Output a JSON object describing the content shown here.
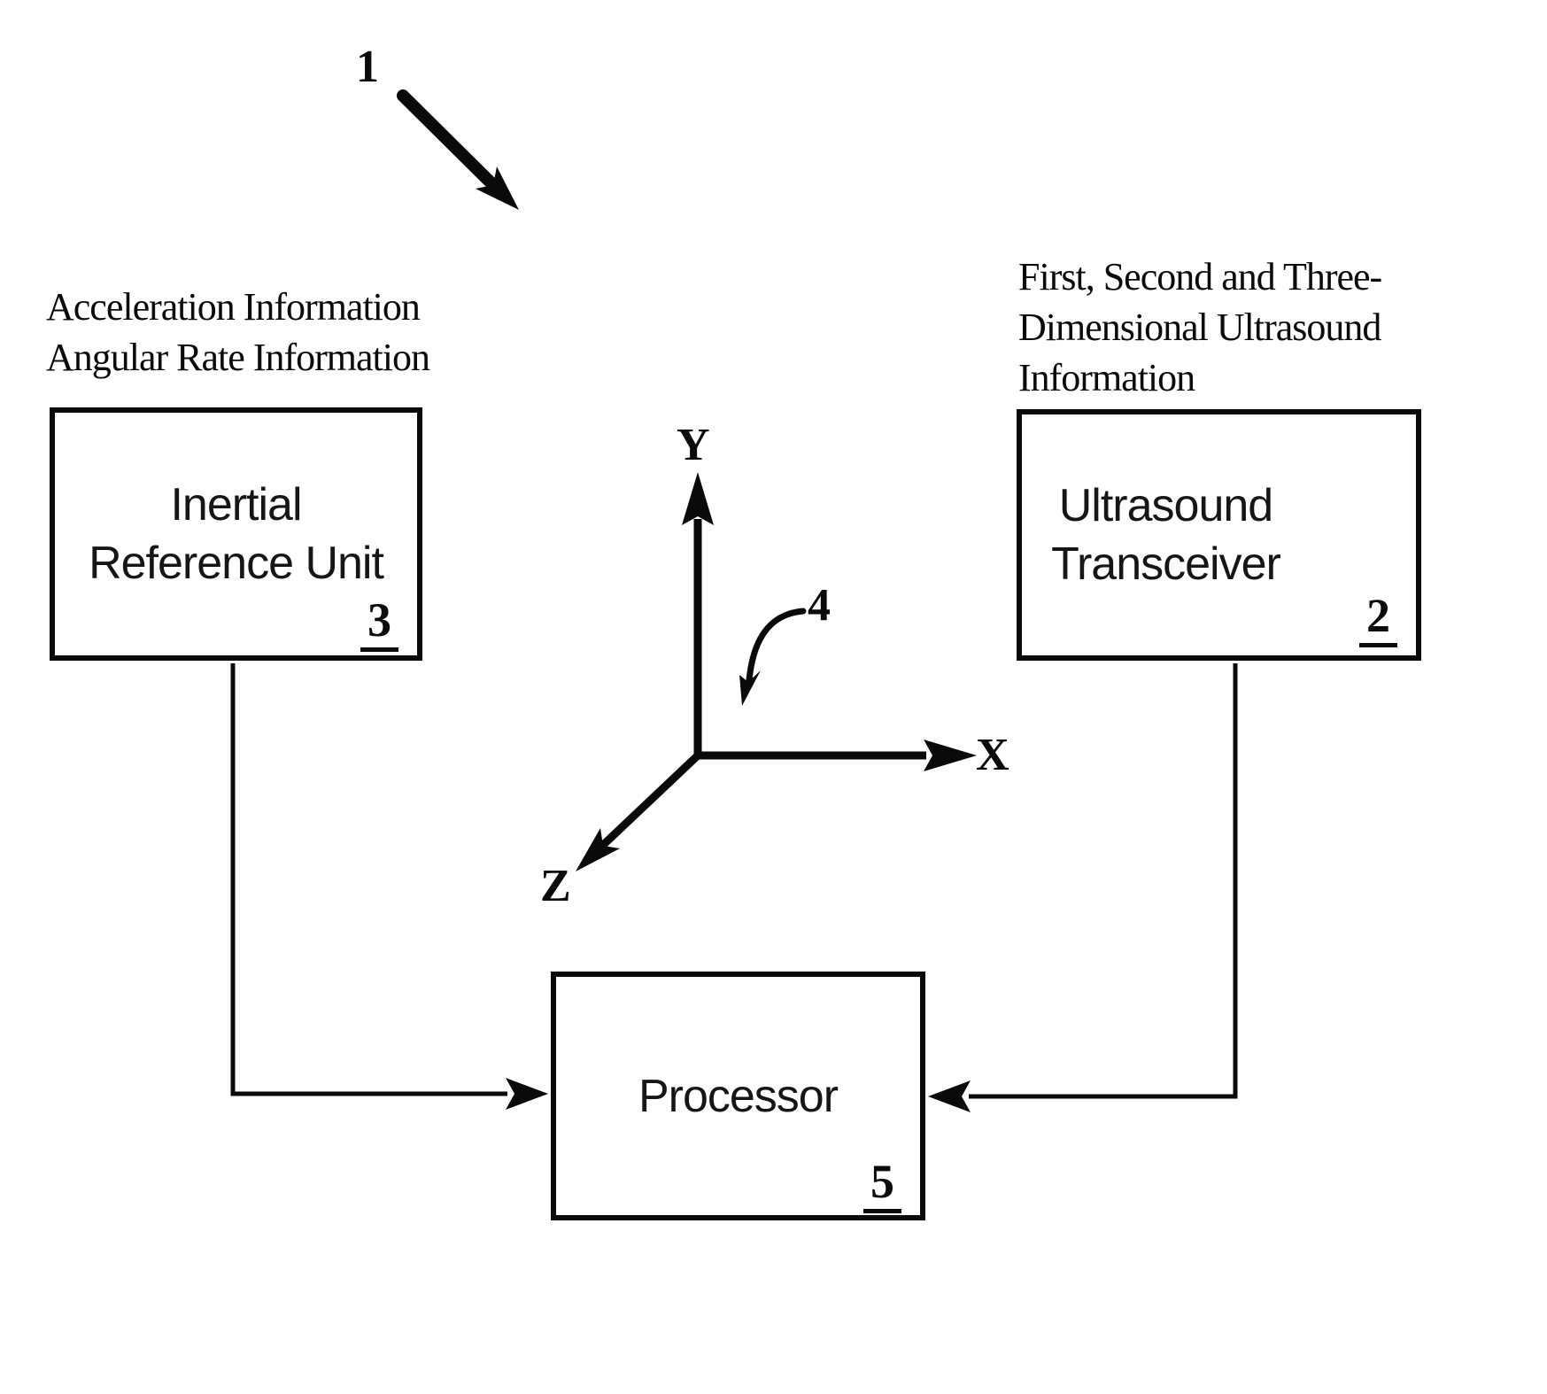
{
  "figure": {
    "colors": {
      "ink": "#0a0a0a",
      "background": "#ffffff"
    },
    "system_callout": "1",
    "axes_callout": "4",
    "left_note": {
      "line1": "Acceleration Information",
      "line2": "Angular Rate Information"
    },
    "right_note": {
      "line1": "First, Second and Three-",
      "line2": "Dimensional Ultrasound",
      "line3": "Information"
    },
    "inertial_box": {
      "line1": "Inertial",
      "line2": "Reference Unit",
      "ref": "3"
    },
    "ultrasound_box": {
      "line1": "Ultrasound",
      "line2": "Transceiver",
      "ref": "2"
    },
    "processor_box": {
      "label": "Processor",
      "ref": "5"
    },
    "axis_labels": {
      "x": "X",
      "y": "Y",
      "z": "Z"
    }
  }
}
